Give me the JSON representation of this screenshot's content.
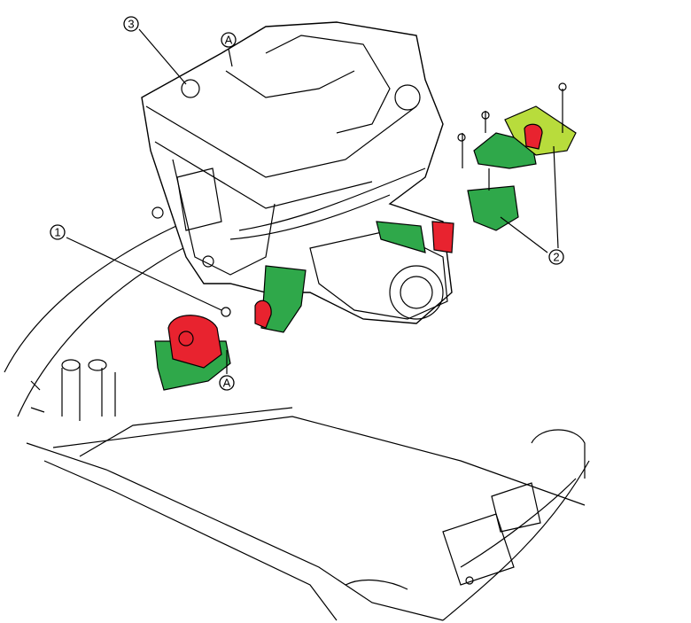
{
  "callouts": {
    "engine": "3",
    "front_mount": "1",
    "rear_mount": "2",
    "ref_a_top": "A",
    "ref_a_bottom": "A"
  },
  "colors": {
    "mount_bracket": "#2fa84a",
    "mount_rubber": "#e8232f",
    "mount_highlight": "#b8dc3c"
  }
}
